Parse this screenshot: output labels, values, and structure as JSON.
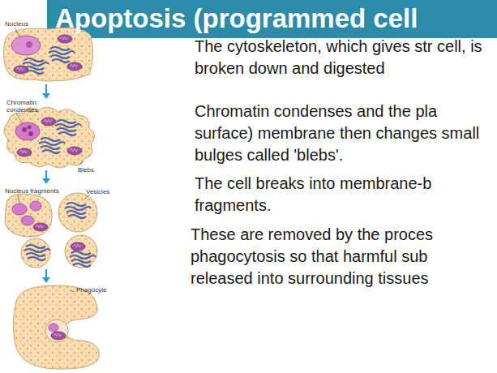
{
  "diagram": {
    "title": "Apoptosis (programmed cell",
    "labels": [
      "The cytoskeleton, which gives str cell, is broken down and digested",
      "Chromatin condenses and the pla surface) membrane then changes small bulges called 'blebs'.",
      "The cell breaks into membrane-b fragments.",
      "These are removed by the proces phagocytosis so that harmful sub released into surrounding tissues",
      "Nucleus",
      "Chromatin condenses",
      "Blebs",
      "Nucleus fragments",
      "Vesicles",
      "Phagocyte"
    ]
  }
}
